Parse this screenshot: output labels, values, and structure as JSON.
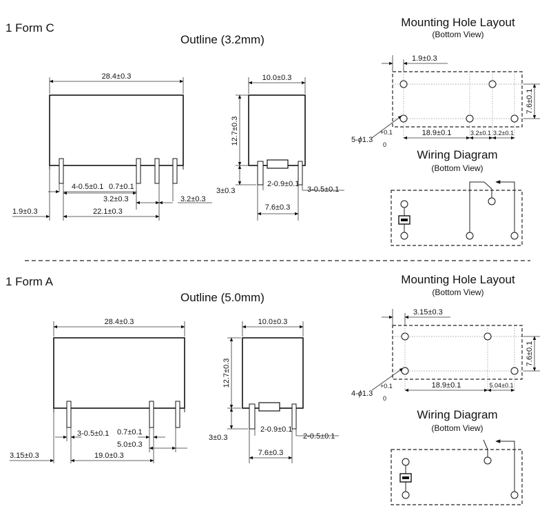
{
  "form_c": {
    "label": "1 Form C",
    "outline_title": "Outline (3.2mm)",
    "front_dims": [
      "28.4±0.3",
      "4-0.5±0.1",
      "0.7±0.1",
      "3.2±0.3",
      "3.2±0.3",
      "1.9±0.3",
      "22.1±0.3"
    ],
    "side_dims": [
      "10.0±0.3",
      "12.7±0.3",
      "3±0.3",
      "2-0.9±0.1",
      "3-0.5±0.1",
      "7.6±0.3"
    ],
    "mount_title": "Mounting Hole Layout",
    "mount_sub": "(Bottom View)",
    "mount_dims": [
      "1.9±0.3",
      "18.9±0.1",
      "3.2±0.1",
      "3.2±0.1",
      "7.6±0.1"
    ],
    "hole_count": "5-",
    "hole_dia": "1.3",
    "tol_plus": "+0.1",
    "tol_zero": "0",
    "wiring_title": "Wiring Diagram",
    "wiring_sub": "(Bottom View)"
  },
  "form_a": {
    "label": "1 Form A",
    "outline_title": "Outline (5.0mm)",
    "front_dims": [
      "28.4±0.3",
      "3-0.5±0.1",
      "0.7±0.1",
      "5.0±0.3",
      "3.15±0.3",
      "19.0±0.3"
    ],
    "side_dims": [
      "10.0±0.3",
      "12.7±0.3",
      "3±0.3",
      "2-0.9±0.1",
      "2-0.5±0.1",
      "7.6±0.3"
    ],
    "mount_title": "Mounting Hole Layout",
    "mount_sub": "(Bottom View)",
    "mount_dims": [
      "3.15±0.3",
      "18.9±0.1",
      "5.04±0.1",
      "7.6±0.1"
    ],
    "hole_count": "4-",
    "hole_dia": "1.3",
    "tol_plus": "+0.1",
    "tol_zero": "0",
    "wiring_title": "Wiring Diagram",
    "wiring_sub": "(Bottom View)"
  },
  "phi_symbol": "ϕ"
}
